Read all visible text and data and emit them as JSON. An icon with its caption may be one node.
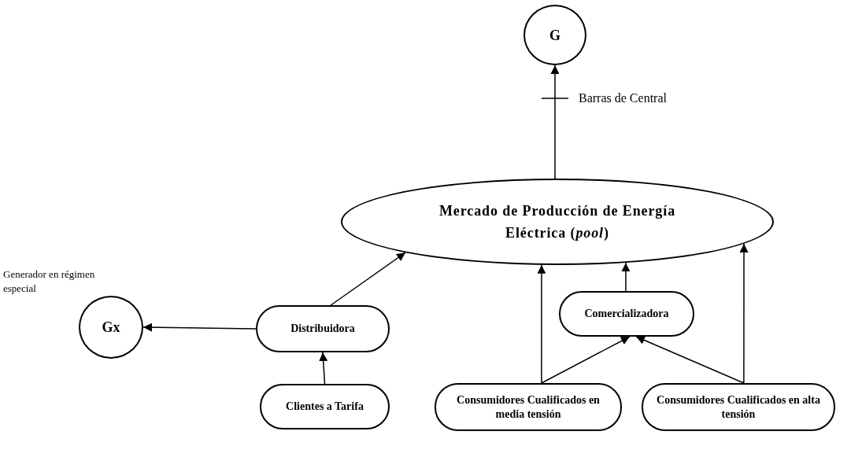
{
  "diagram": {
    "nodes": [
      {
        "text": [
          "G"
        ]
      },
      {
        "text": [
          "Mercado de Producción de Energía Eléctrica (*pool*)"
        ]
      },
      {
        "text": [
          "Gx"
        ],
        "beside": [
          "Generador en régimen especial"
        ]
      },
      {
        "text": [
          "Distribuidora"
        ]
      },
      {
        "text": [
          "Comercializadora"
        ]
      },
      {
        "text": [
          "Clientes a Tarifa"
        ]
      },
      {
        "text": [
          "Consumidores Cualificados en media tensión"
        ]
      },
      {
        "text": [
          "Consumidores Cualificados en alta tensión"
        ]
      }
    ],
    "edges": [
      {
        "from": 1,
        "to": 0,
        "arrow": "to"
      },
      {
        "from": 3,
        "to": 1,
        "arrow": "to"
      },
      {
        "from": 3,
        "to": 2,
        "arrow": "to"
      },
      {
        "from": 5,
        "to": 3,
        "arrow": "to"
      },
      {
        "from": 6,
        "to": 1,
        "arrow": "to"
      },
      {
        "from": 4,
        "to": 1,
        "arrow": "to"
      },
      {
        "from": 7,
        "to": 1,
        "arrow": "to"
      },
      {
        "from": 6,
        "to": 4,
        "arrow": "to"
      },
      {
        "from": 7,
        "to": 4,
        "arrow": "to"
      }
    ],
    "labels": [
      "Barras de Central"
    ]
  }
}
